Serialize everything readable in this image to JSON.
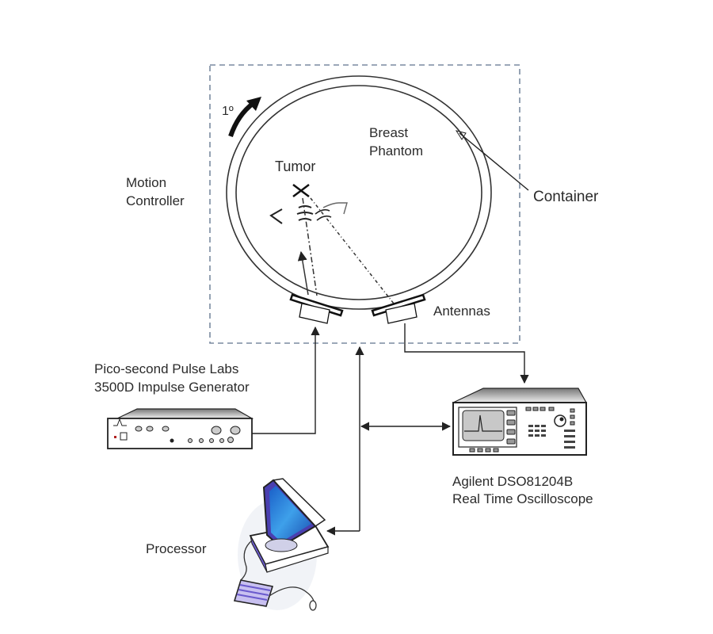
{
  "diagram": {
    "labels": {
      "rotation": "1º",
      "breast_phantom_line1": "Breast",
      "breast_phantom_line2": "Phantom",
      "tumor": "Tumor",
      "container": "Container",
      "motion_controller_line1": "Motion",
      "motion_controller_line2": "Controller",
      "antennas": "Antennas",
      "pulse_generator_line1": "Pico-second Pulse Labs",
      "pulse_generator_line2": "3500D Impulse Generator",
      "oscilloscope_line1": "Agilent DSO81204B",
      "oscilloscope_line2": "Real Time Oscilloscope",
      "processor": "Processor"
    },
    "colors": {
      "stroke": "#222222",
      "dashed_box": "#7a8aa0",
      "screen_blue": "#2f8fe0",
      "computer_purple": "#6a5acd",
      "keyboard_lavender": "#c8c0f0"
    }
  }
}
